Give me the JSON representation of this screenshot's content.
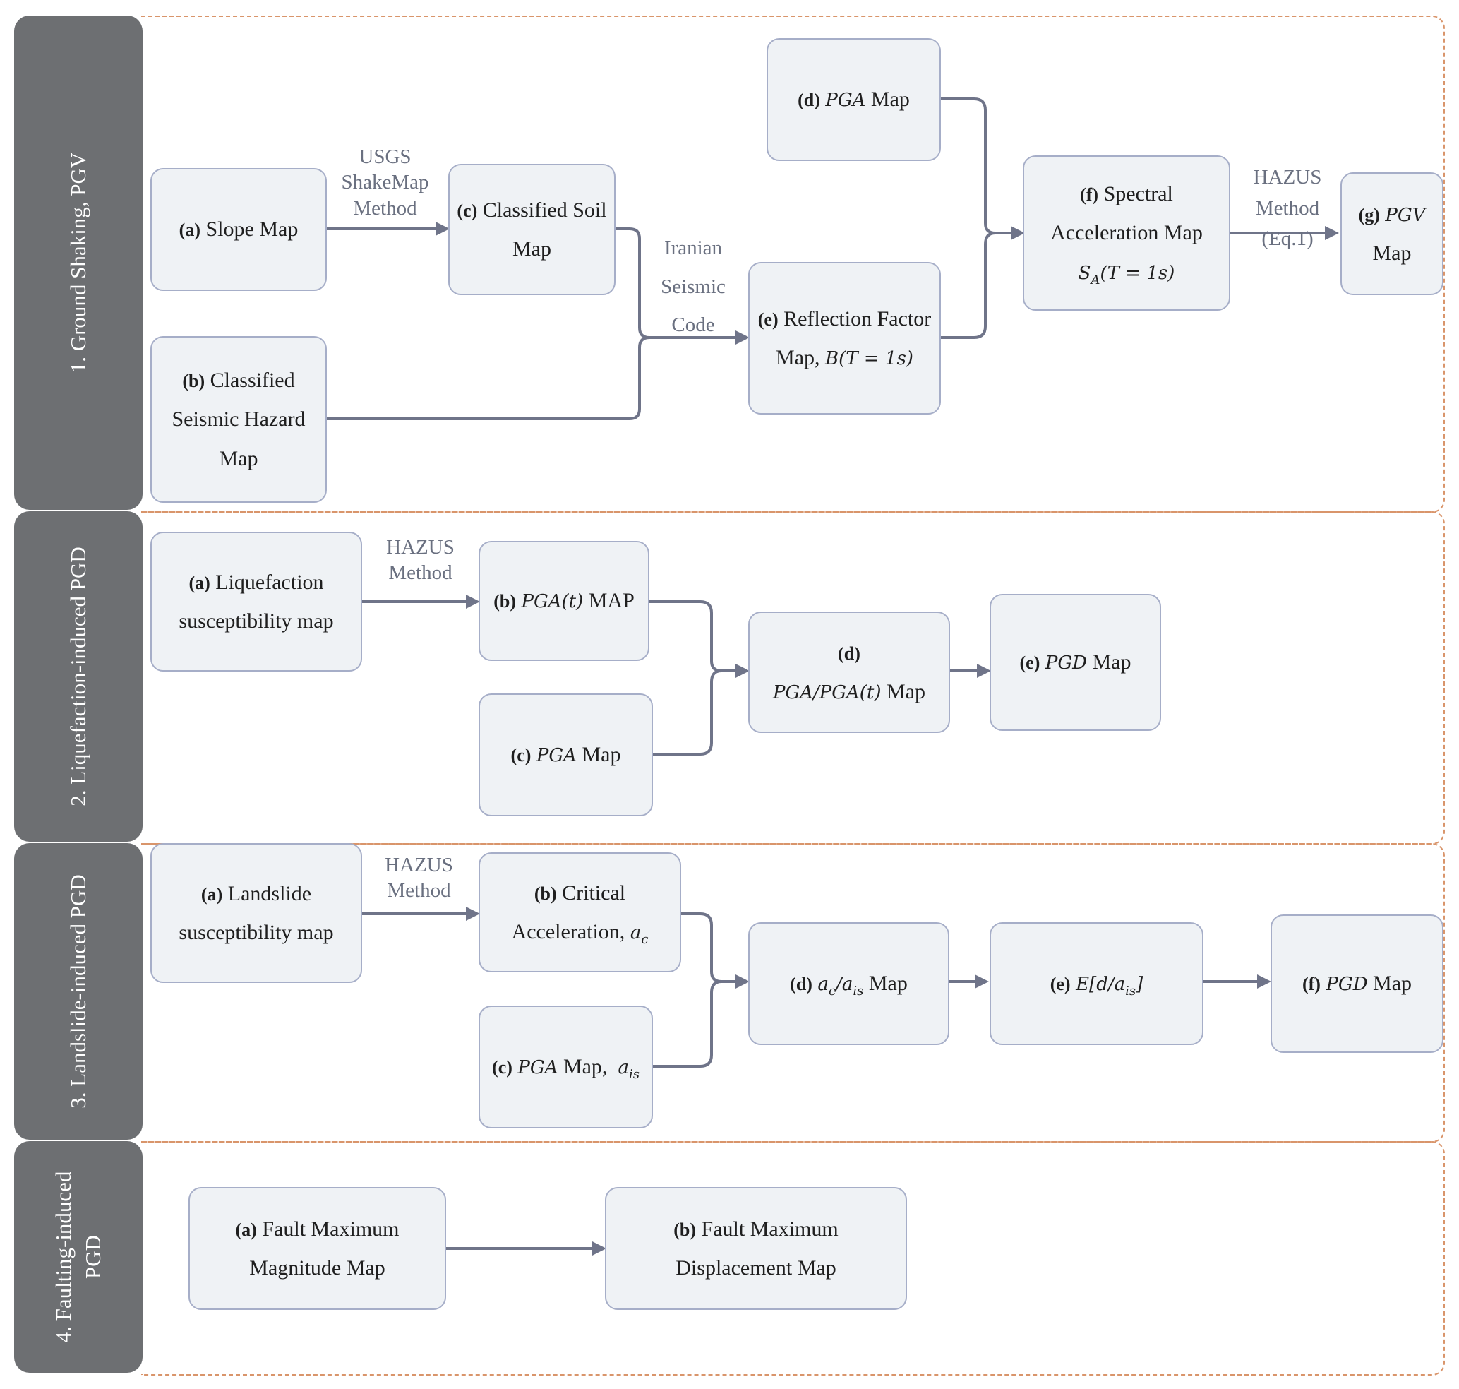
{
  "sections": {
    "s1": {
      "title": "1. Ground Shaking, PGV",
      "a": {
        "tag": "(a)",
        "text": "Slope Map"
      },
      "b": {
        "tag": "(b)",
        "l1": "Classified",
        "l2": "Seismic Hazard",
        "l3": "Map"
      },
      "c": {
        "tag": "(c)",
        "l1": "Classified Soil",
        "l2": "Map"
      },
      "d": {
        "tag": "(d)",
        "math": "PGA",
        "text": "Map"
      },
      "e": {
        "tag": "(e)",
        "l1": "Reflection Factor",
        "l2": "Map,",
        "math": "B(T = 1s)"
      },
      "f": {
        "tag": "(f)",
        "l1": "Spectral",
        "l2": "Acceleration Map",
        "math": "S",
        "sub": "A",
        "math2": "(T = 1s)"
      },
      "g": {
        "tag": "(g)",
        "math": "PGV",
        "l2": "Map"
      },
      "edges": {
        "usgs": {
          "l1": "USGS",
          "l2": "ShakeMap",
          "l3": "Method"
        },
        "iranian": {
          "l1": "Iranian",
          "l2": "Seismic",
          "l3": "Code"
        },
        "hazus": {
          "l1": "HAZUS",
          "l2": "Method",
          "l3": "(Eq.1)"
        }
      }
    },
    "s2": {
      "title": "2. Liquefaction-induced PGD",
      "a": {
        "tag": "(a)",
        "l1": "Liquefaction",
        "l2": "susceptibility map"
      },
      "b": {
        "tag": "(b)",
        "math": "PGA(t)",
        "text": "MAP"
      },
      "c": {
        "tag": "(c)",
        "math": "PGA",
        "text": "Map"
      },
      "d": {
        "tag": "(d)",
        "math": "PGA/PGA(t)",
        "text": "Map"
      },
      "e": {
        "tag": "(e)",
        "math": "PGD",
        "text": "Map"
      },
      "edges": {
        "hazus": {
          "l1": "HAZUS",
          "l2": "Method"
        }
      }
    },
    "s3": {
      "title": "3. Landslide-induced PGD",
      "a": {
        "tag": "(a)",
        "l1": "Landslide",
        "l2": "susceptibility map"
      },
      "b": {
        "tag": "(b)",
        "l1": "Critical",
        "l2": "Acceleration,",
        "math": "a",
        "sub": "c"
      },
      "c": {
        "tag": "(c)",
        "math": "PGA",
        "text": "Map,",
        "math2": "a",
        "sub": "is"
      },
      "d": {
        "tag": "(d)",
        "math": "a",
        "sub": "c",
        "math2": "/a",
        "sub2": "is",
        "text": "Map"
      },
      "e": {
        "tag": "(e)",
        "math": "E[d/a",
        "sub": "is",
        "math2": "]"
      },
      "f": {
        "tag": "(f)",
        "math": "PGD",
        "text": "Map"
      },
      "edges": {
        "hazus": {
          "l1": "HAZUS",
          "l2": "Method"
        }
      }
    },
    "s4": {
      "title_l1": "4. Faulting-induced",
      "title_l2": "PGD",
      "a": {
        "tag": "(a)",
        "l1": "Fault Maximum",
        "l2": "Magnitude Map"
      },
      "b": {
        "tag": "(b)",
        "l1": "Fault Maximum",
        "l2": "Displacement Map"
      }
    }
  },
  "colors": {
    "sidebar": "#6d6f72",
    "node_fill": "#eff2f5",
    "node_border": "#a6aec8",
    "arrow": "#6f7489",
    "section_border": "#d9956b",
    "edge_label": "#6a7080"
  }
}
